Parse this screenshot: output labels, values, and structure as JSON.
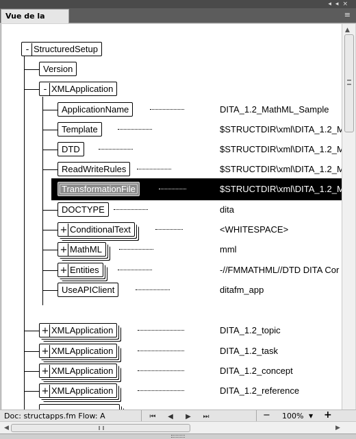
{
  "panel": {
    "tab_title": "Vue de la structure",
    "collapse_glyph": "◂◂",
    "close_glyph": "×",
    "menu_glyph": "≡"
  },
  "tree": {
    "root": {
      "toggle": "-",
      "label": "StructuredSetup"
    },
    "version": {
      "label": "Version"
    },
    "xmlapp": {
      "toggle": "-",
      "label": "XMLApplication"
    },
    "children": [
      {
        "label": "ApplicationName",
        "value": "DITA_1.2_MathML_Sample"
      },
      {
        "label": "Template",
        "value": "$STRUCTDIR\\xml\\DITA_1.2_M"
      },
      {
        "label": "DTD",
        "value": "$STRUCTDIR\\xml\\DITA_1.2_M"
      },
      {
        "label": "ReadWriteRules",
        "value": "$STRUCTDIR\\xml\\DITA_1.2_M"
      },
      {
        "label": "TransformationFile",
        "value": "$STRUCTDIR\\xml\\DITA_1.2_M"
      },
      {
        "label": "DOCTYPE",
        "value": "dita"
      },
      {
        "toggle": "+",
        "label": "ConditionalText",
        "value": "<WHITESPACE>"
      },
      {
        "toggle": "+",
        "label": "MathML",
        "value": "mml"
      },
      {
        "toggle": "+",
        "label": "Entities",
        "value": "-//FMMATHML//DTD DITA Cor"
      },
      {
        "label": "UseAPIClient",
        "value": "ditafm_app"
      }
    ],
    "collapsed_apps": [
      {
        "toggle": "+",
        "label": "XMLApplication",
        "value": "DITA_1.2_topic"
      },
      {
        "toggle": "+",
        "label": "XMLApplication",
        "value": "DITA_1.2_task"
      },
      {
        "toggle": "+",
        "label": "XMLApplication",
        "value": "DITA_1.2_concept"
      },
      {
        "toggle": "+",
        "label": "XMLApplication",
        "value": "DITA_1.2_reference"
      }
    ]
  },
  "status": {
    "doc_text": "Doc: structapps.fm Flow: A",
    "nav_first": "⏮",
    "nav_prev": "◀",
    "nav_next": "▶",
    "nav_last": "⏭",
    "zoom_minus": "−",
    "zoom_value": "100%",
    "zoom_dropdown": "▼",
    "zoom_plus": "+"
  },
  "scroll": {
    "up": "▲",
    "left": "◀",
    "right": "▶"
  }
}
